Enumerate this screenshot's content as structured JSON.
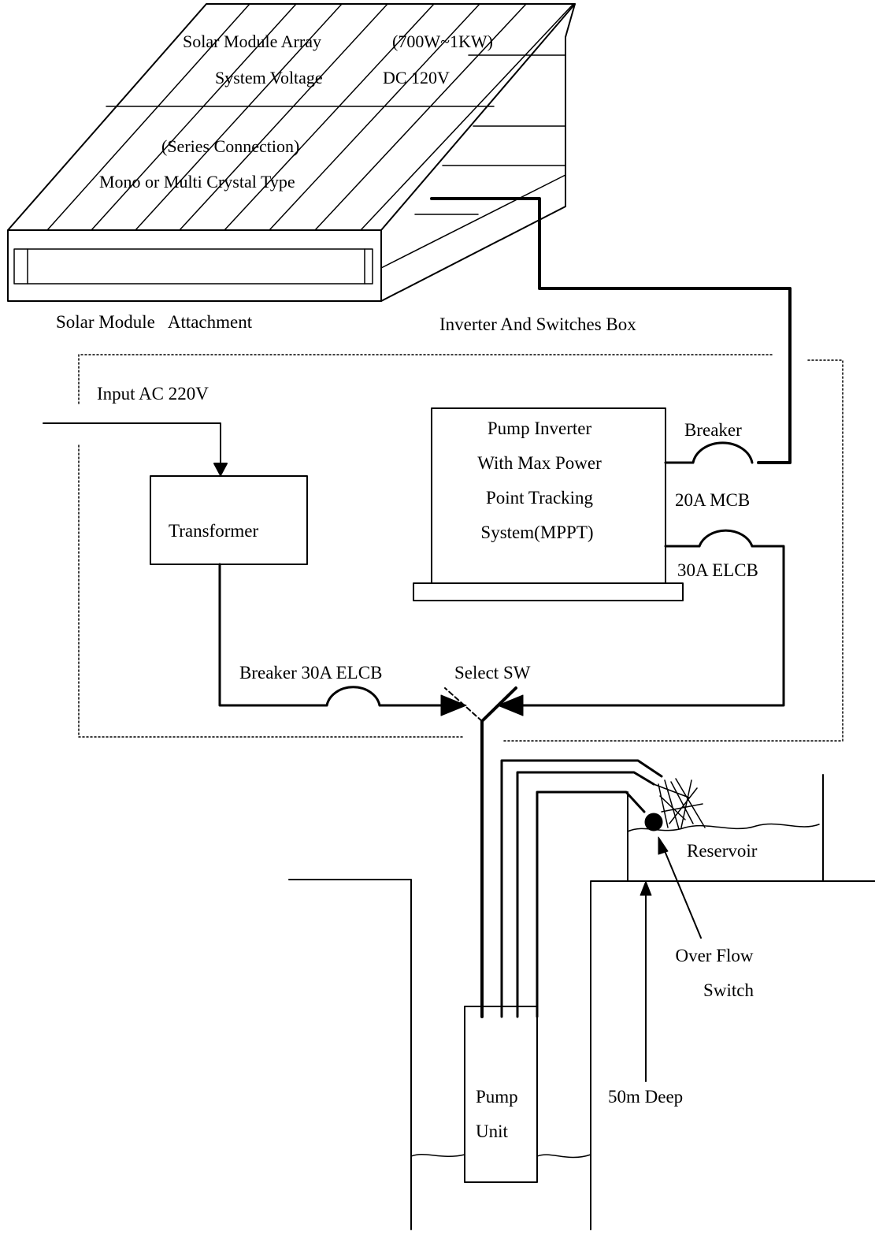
{
  "solar_array": {
    "title": "Solar Module Array",
    "power_range": "(700W~1KW)",
    "system_voltage_label": "System Voltage",
    "system_voltage_value": "DC 120V",
    "connection": "(Series Connection)",
    "crystal_type": "Mono or Multi Crystal Type"
  },
  "labels": {
    "module_attachment": "Solar Module   Attachment",
    "inverter_box": "Inverter And Switches Box",
    "input_ac": "Input AC 220V",
    "transformer": "Transformer",
    "pump_inverter": [
      "Pump Inverter",
      "With Max Power",
      "Point Tracking",
      "System(MPPT)"
    ],
    "breaker_top": "Breaker",
    "mcb": "20A MCB",
    "elcb_right": "30A ELCB",
    "breaker_left": "Breaker 30A ELCB",
    "select_switch": "Select SW",
    "reservoir": "Reservoir",
    "overflow_switch": [
      "Over Flow",
      "Switch"
    ],
    "depth": "50m Deep",
    "pump_unit": [
      "Pump",
      "Unit"
    ]
  }
}
